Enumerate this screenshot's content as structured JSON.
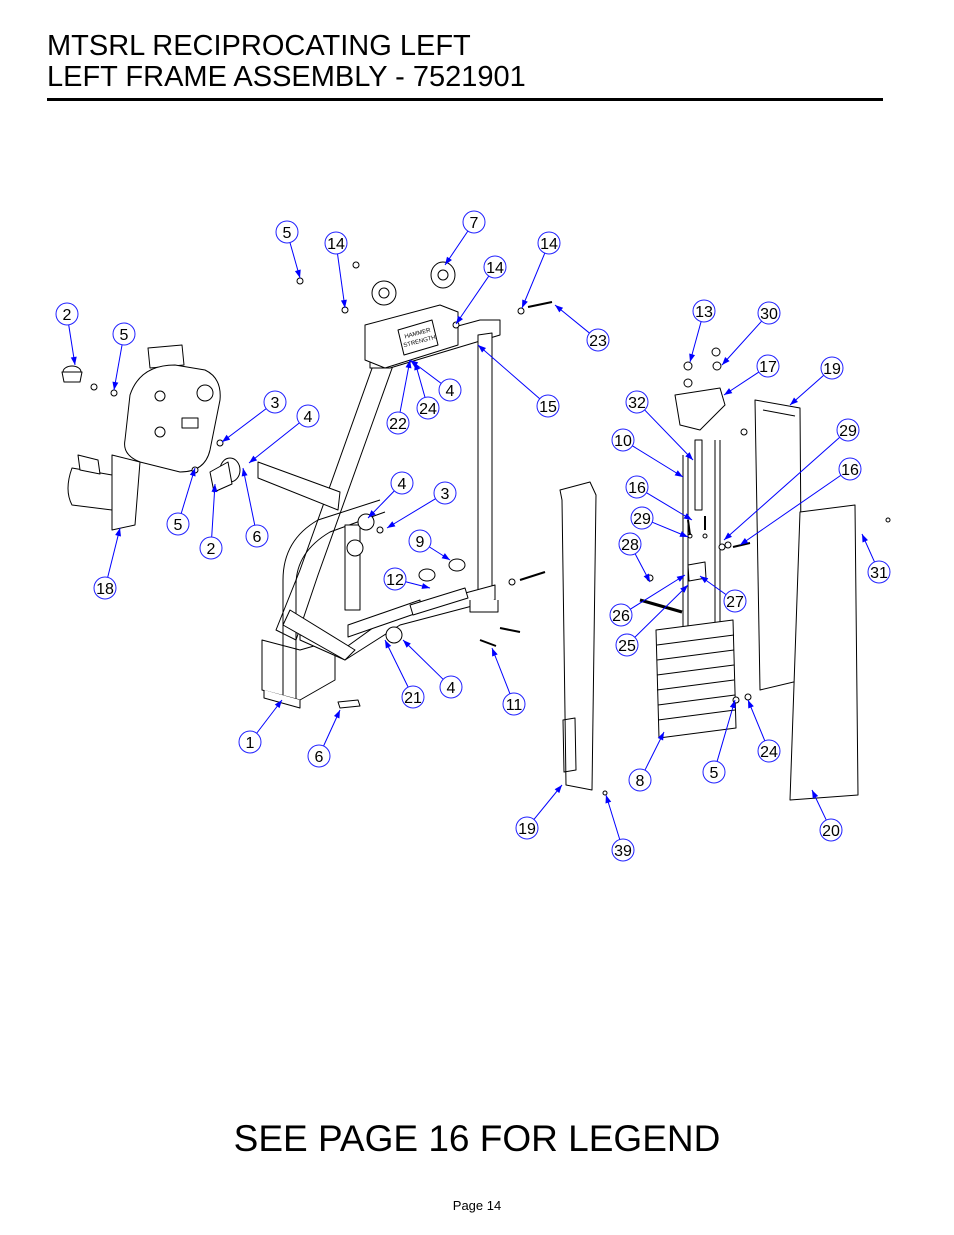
{
  "header": {
    "title_line1": "MTSRL RECIPROCATING LEFT",
    "title_line2": "LEFT FRAME ASSEMBLY - 7521901"
  },
  "brand_plate": {
    "line1": "HAMMER",
    "line2": "STRENGTH"
  },
  "callouts": [
    "5",
    "14",
    "7",
    "14",
    "14",
    "2",
    "5",
    "23",
    "13",
    "30",
    "17",
    "19",
    "32",
    "3",
    "4",
    "4",
    "24",
    "22",
    "15",
    "29",
    "10",
    "16",
    "16",
    "31",
    "4",
    "3",
    "5",
    "2",
    "6",
    "29",
    "28",
    "9",
    "12",
    "18",
    "26",
    "27",
    "25",
    "21",
    "4",
    "11",
    "1",
    "6",
    "24",
    "8",
    "5",
    "19",
    "20",
    "39"
  ],
  "footer": {
    "legend_note": "SEE PAGE 16 FOR LEGEND",
    "page_number": "Page 14"
  },
  "colors": {
    "callout_circle": "#2222ff",
    "leader_line": "#0000ff",
    "linework": "#000000"
  }
}
